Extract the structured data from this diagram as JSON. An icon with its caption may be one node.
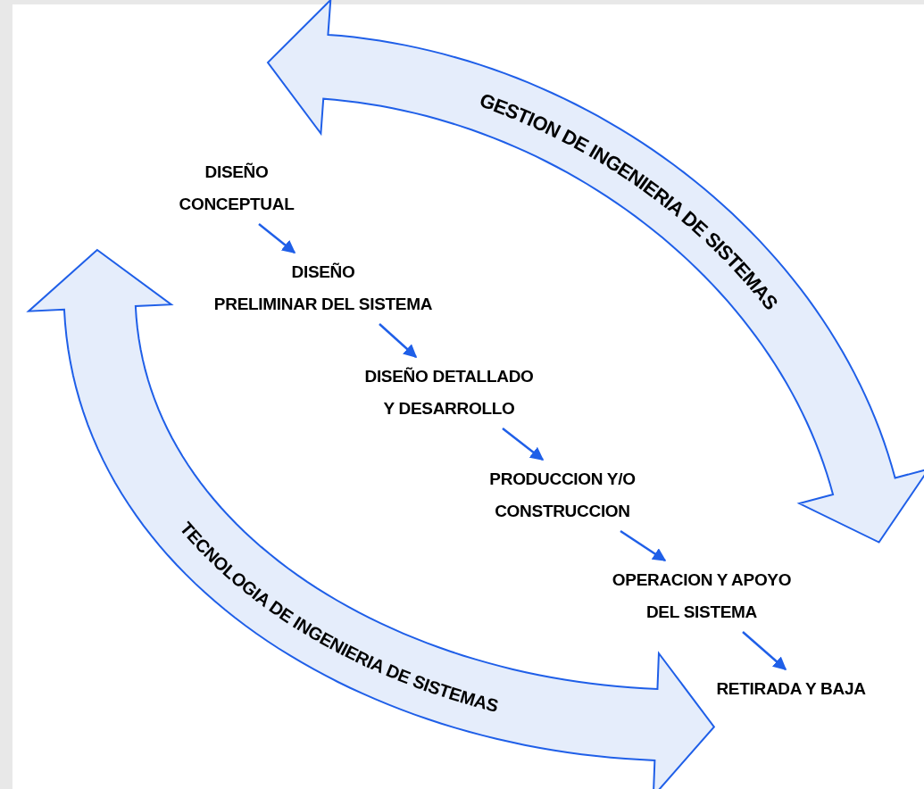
{
  "diagram": {
    "nodes": [
      {
        "text": [
          "DISEÑO CONCEPTUAL"
        ]
      },
      {
        "text": [
          "DISEÑO PRELIMINAR DEL SISTEMA"
        ]
      },
      {
        "text": [
          "DISEÑO DETALLADO Y DESARROLLO"
        ]
      },
      {
        "text": [
          "PRODUCCION Y/O CONSTRUCCION"
        ]
      },
      {
        "text": [
          "OPERACION Y APOYO DEL SISTEMA"
        ]
      },
      {
        "text": [
          "RETIRADA Y BAJA"
        ]
      },
      {
        "text": [
          "GESTION DE INGENIERIA DE SISTEMAS"
        ]
      },
      {
        "text": [
          "TECNOLOGIA DE INGENIERIA DE SISTEMAS"
        ]
      }
    ],
    "edges": [
      {
        "from": 0,
        "to": 1,
        "arrow": "to"
      },
      {
        "from": 1,
        "to": 2,
        "arrow": "to"
      },
      {
        "from": 2,
        "to": 3,
        "arrow": "to"
      },
      {
        "from": 3,
        "to": 4,
        "arrow": "to"
      },
      {
        "from": 4,
        "to": 5,
        "arrow": "to"
      }
    ]
  }
}
